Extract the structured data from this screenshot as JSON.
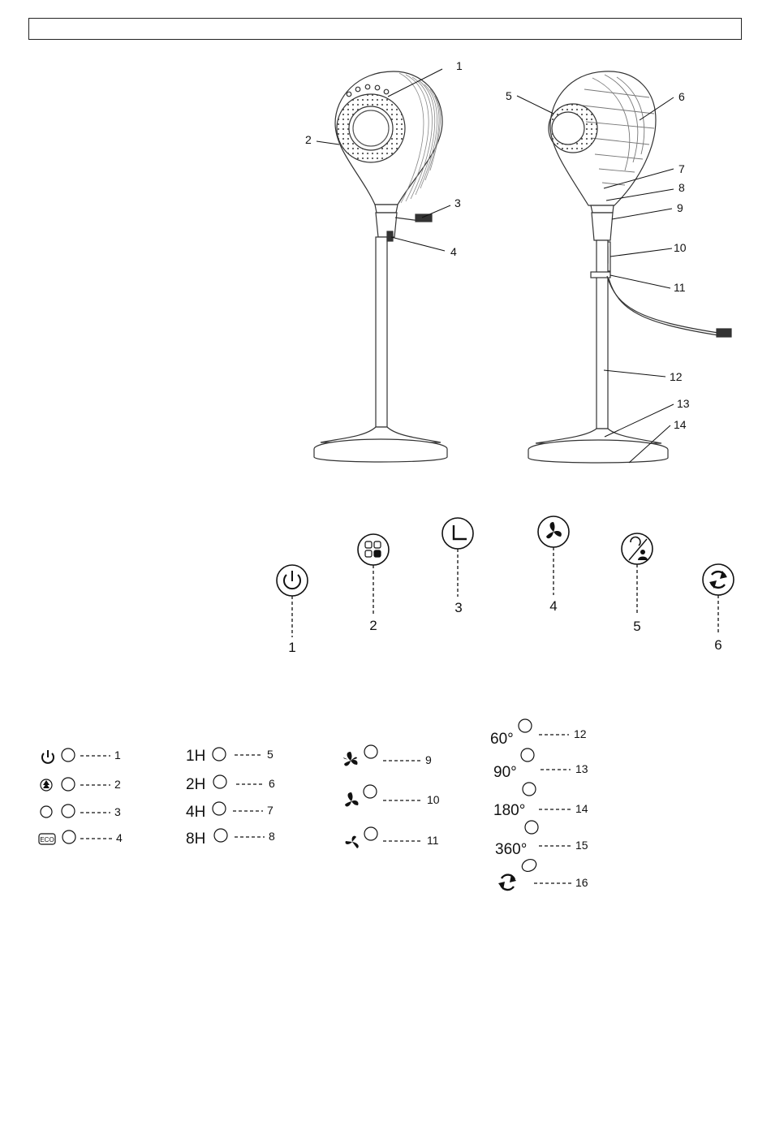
{
  "header": {
    "text": ""
  },
  "fan_diagram": {
    "front_callouts": [
      "1",
      "2",
      "3",
      "4"
    ],
    "back_callouts": [
      "5",
      "6",
      "7",
      "8",
      "9",
      "10",
      "11",
      "12",
      "13",
      "14"
    ]
  },
  "control_buttons": [
    {
      "number": "1",
      "icon": "power-icon"
    },
    {
      "number": "2",
      "icon": "mode-icon"
    },
    {
      "number": "3",
      "icon": "timer-icon"
    },
    {
      "number": "4",
      "icon": "fan-speed-icon"
    },
    {
      "number": "5",
      "icon": "tilt-icon"
    },
    {
      "number": "6",
      "icon": "rotate-icon"
    }
  ],
  "indicators": {
    "mode_group": [
      {
        "number": "1",
        "icon": "power-icon"
      },
      {
        "number": "2",
        "icon": "natural-wind-icon"
      },
      {
        "number": "3",
        "icon": "sleep-icon"
      },
      {
        "number": "4",
        "icon": "eco-icon",
        "label": "ECO"
      }
    ],
    "timer_group": [
      {
        "number": "5",
        "label": "1H"
      },
      {
        "number": "6",
        "label": "2H"
      },
      {
        "number": "7",
        "label": "4H"
      },
      {
        "number": "8",
        "label": "8H"
      }
    ],
    "speed_group": [
      {
        "number": "9",
        "icon": "fan-high-icon"
      },
      {
        "number": "10",
        "icon": "fan-medium-icon"
      },
      {
        "number": "11",
        "icon": "fan-low-icon"
      }
    ],
    "angle_group": [
      {
        "number": "12",
        "label": "60°"
      },
      {
        "number": "13",
        "label": "90°"
      },
      {
        "number": "14",
        "label": "180°"
      },
      {
        "number": "15",
        "label": "360°"
      },
      {
        "number": "16",
        "icon": "rotate-icon"
      }
    ]
  }
}
